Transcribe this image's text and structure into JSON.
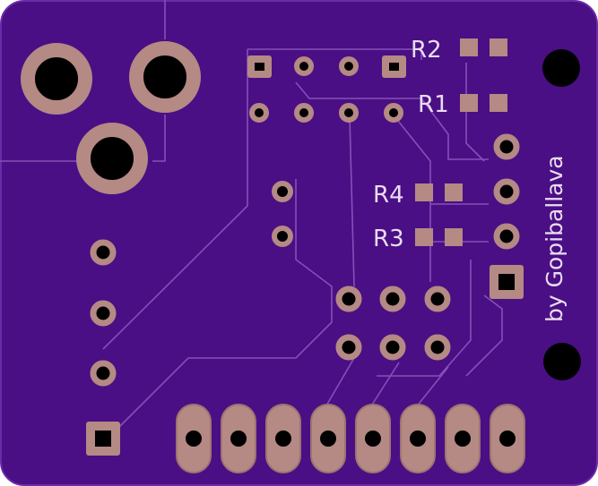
{
  "board": {
    "colors": {
      "substrate": "#4a0f84",
      "edge": "#6c2aa8",
      "trace": "#8450b8",
      "pad": "#b58984",
      "pad_stroke": "#9e7470",
      "hole": "#000000",
      "silkscreen": "#e9dcf0"
    }
  },
  "labels": {
    "r1": "R1",
    "r2": "R2",
    "r3": "R3",
    "r4": "R4",
    "credit": "by Gopiballava"
  },
  "icons": {
    "mounting_hole": "black-circle",
    "pad_round": "ring",
    "pad_square": "square-pad",
    "pad_oval": "oval-pad"
  }
}
